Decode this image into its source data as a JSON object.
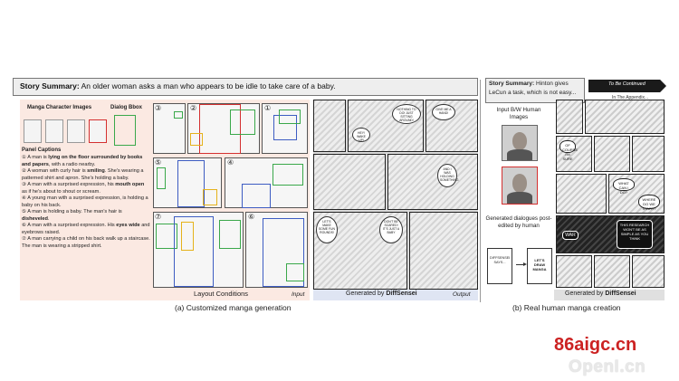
{
  "left": {
    "summary_label": "Story Summary:",
    "summary_text": "An older woman asks a man who appears to be idle to take care of a baby.",
    "char_images_label": "Manga Character Images",
    "dialog_bbox_label": "Dialog Bbox",
    "panel_captions_label": "Panel Captions",
    "captions": [
      {
        "num": "①",
        "pre": "A man is ",
        "bold": "lying on the floor surrounded by books and papers",
        "post": ", with a radio nearby."
      },
      {
        "num": "②",
        "pre": "A woman with curly hair is ",
        "bold": "smiling",
        "post": ". She's wearing a patterned shirt and apron. She's holding a baby."
      },
      {
        "num": "③",
        "pre": "A man with a surprised expression, his ",
        "bold": "mouth open",
        "post": " as if he's about to shout or scream."
      },
      {
        "num": "④",
        "pre": "A young man with a surprised expression, is holding a baby on his back.",
        "bold": "",
        "post": ""
      },
      {
        "num": "⑤",
        "pre": "A man is holding a baby. The man's hair is ",
        "bold": "disheveled",
        "post": "."
      },
      {
        "num": "⑥",
        "pre": "A man with a surprised expression. His ",
        "bold": "eyes wide",
        "post": " and eyebrows raised."
      },
      {
        "num": "⑦",
        "pre": "A man carrying a child on his back walk up a staircase. The man is wearing a stripped shirt.",
        "bold": "",
        "post": ""
      }
    ],
    "panel_numbers": [
      "③",
      "②",
      "①",
      "⑤",
      "④",
      "⑦",
      "⑥"
    ],
    "layout_conditions": "Layout Conditions",
    "input_label": "Input",
    "generated_by": "Generated by",
    "model_name": "DiffSensei",
    "output_label": "Output",
    "caption": "(a) Customized manga generation",
    "bubbles": [
      "NOTHING TO DO! JUST SITTING AROUND!",
      "HEY! WAKE UP!",
      "GIVE ME A HAND!",
      "AND I WAS HOLDING SOMETHING",
      "LET'S MAKE SOME FUN ROUNDS!",
      "DON'T BE SCARED! IT'S JUST A BABY"
    ]
  },
  "right": {
    "summary_label": "Story Summary:",
    "summary_text": "Hinton gives LeCun a task, which is not easy...",
    "to_be_continued": "To Be Continued",
    "appendix": "In The Appendix...",
    "input_label": "Input B/W Human Images",
    "dialogues_label": "Generated dialogues post-edited by human",
    "dialog_1": "DIFFSENSEI SAYS...",
    "dialog_2": "LET'S DRAW MANGA",
    "generated_by": "Generated by",
    "model_name": "DiffSensei",
    "caption": "(b) Real human manga creation",
    "bubbles": [
      "OF COURSE I'M SURE",
      "WHAT CAN I DO?",
      "WHERE DO WE START?",
      "WAR",
      "THIS RESEARCH WON'T BE AS SIMPLE AS YOU THINK"
    ]
  },
  "watermark": {
    "line1": "86aigc.cn",
    "line2": "OpenI.cn"
  },
  "colors": {
    "input_bg": "#fbe9e2",
    "output_bar": "#dfe5f3",
    "bbox_green": "#3aa84a",
    "bbox_blue": "#3d5cc2",
    "bbox_yellow": "#e5b21b",
    "bbox_red": "#d43030",
    "watermark_red": "#cc2222"
  }
}
